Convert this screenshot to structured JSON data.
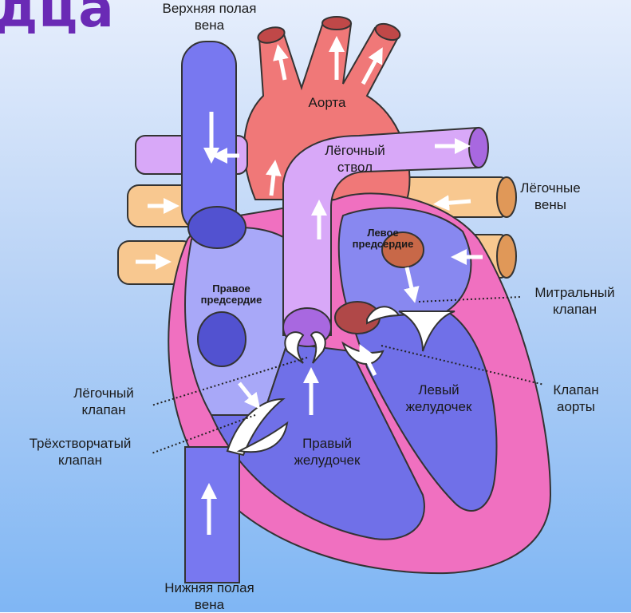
{
  "title_fragment": "дца",
  "labels": {
    "svc": "Верхняя полая\nвена",
    "ivc": "Нижняя полая\nвена",
    "aorta": "Аорта",
    "pulm_trunk": "Лёгочный\nствол",
    "pulm_veins": "Лёгочные\nвены",
    "left_atrium": "Левое\nпредсердие",
    "right_atrium": "Правое\nпредсердие",
    "mitral": "Митральный\nклапан",
    "aortic_valve": "Клапан\nаорты",
    "left_ventricle": "Левый\nжелудочек",
    "right_ventricle": "Правый\nжелудочек",
    "pulm_valve": "Лёгочный\nклапан",
    "tricuspid": "Трёхстворчатый\nклапан"
  },
  "colors": {
    "vena": "#7878f0",
    "vena_dark": "#5252d0",
    "aorta": "#f07878",
    "aorta_dark": "#c04848",
    "pulm_artery": "#d8a8f8",
    "pulm_vein": "#f8c890",
    "myocardium": "#f070c0",
    "chamber": "#7070e8",
    "atrium_right": "#a8a8f8"
  }
}
